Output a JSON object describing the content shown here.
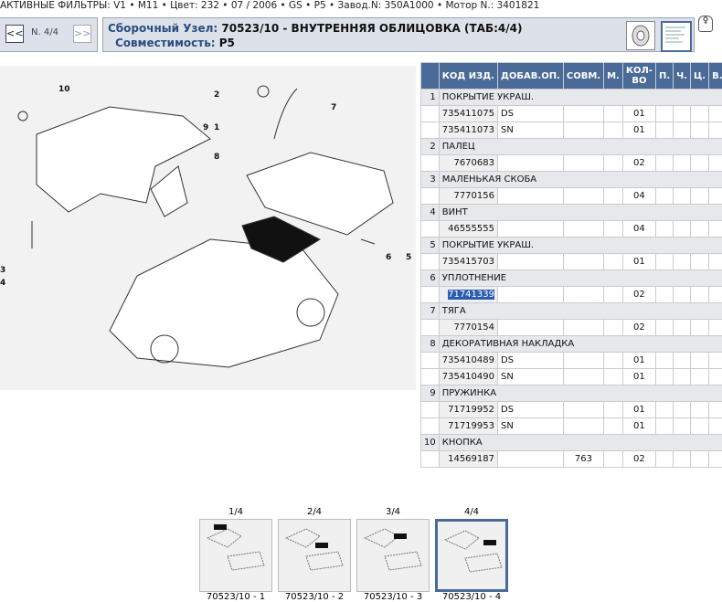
{
  "filters": "АКТИВНЫЕ ФИЛЬТРЫ:  V1 • M11 • Цвет: 232 • 07 / 2006 • GS • P5 • Завод.N: 350A1000 • Мотор N.: 3401821",
  "nav": {
    "prev": "<<",
    "label": "N. 4/4",
    "next": ">>"
  },
  "header": {
    "assembly_label": "Сборочный Узел:",
    "assembly_value": "70523/10 - ВНУТРЕННЯЯ ОБЛИЦОВКА (ТАБ:4/4)",
    "compat_label": "Совместимость:",
    "compat_value": "P5"
  },
  "diagram": {
    "callouts": [
      "10",
      "2",
      "7",
      "9",
      "1",
      "8",
      "3",
      "4",
      "6",
      "5"
    ]
  },
  "table": {
    "columns": [
      "",
      "КОД ИЗД.",
      "ДОБАВ.ОП.",
      "СОВМ.",
      "М.",
      "КОЛ-ВО",
      "П.",
      "Ч.",
      "Ц.",
      "В."
    ],
    "groups": [
      {
        "n": "1",
        "name": "ПОКРЫТИЕ УКРАШ.",
        "rows": [
          {
            "code": "735411075",
            "add": "DS",
            "sovm": "",
            "qty": "01"
          },
          {
            "code": "735411073",
            "add": "SN",
            "sovm": "",
            "qty": "01"
          }
        ]
      },
      {
        "n": "2",
        "name": "ПАЛЕЦ",
        "rows": [
          {
            "code": "7670683",
            "add": "",
            "sovm": "",
            "qty": "02"
          }
        ]
      },
      {
        "n": "3",
        "name": "МАЛЕНЬКАЯ СКОБА",
        "rows": [
          {
            "code": "7770156",
            "add": "",
            "sovm": "",
            "qty": "04"
          }
        ]
      },
      {
        "n": "4",
        "name": "ВИНТ",
        "rows": [
          {
            "code": "46555555",
            "add": "",
            "sovm": "",
            "qty": "04"
          }
        ]
      },
      {
        "n": "5",
        "name": "ПОКРЫТИЕ УКРАШ.",
        "rows": [
          {
            "code": "735415703",
            "add": "",
            "sovm": "",
            "qty": "01"
          }
        ]
      },
      {
        "n": "6",
        "name": "УПЛОТНЕНИЕ",
        "rows": [
          {
            "code": "71741339",
            "add": "",
            "sovm": "",
            "qty": "02",
            "selected": true
          }
        ]
      },
      {
        "n": "7",
        "name": "ТЯГА",
        "rows": [
          {
            "code": "7770154",
            "add": "",
            "sovm": "",
            "qty": "02"
          }
        ]
      },
      {
        "n": "8",
        "name": "ДЕКОРАТИВНАЯ НАКЛАДКА",
        "rows": [
          {
            "code": "735410489",
            "add": "DS",
            "sovm": "",
            "qty": "01"
          },
          {
            "code": "735410490",
            "add": "SN",
            "sovm": "",
            "qty": "01"
          }
        ]
      },
      {
        "n": "9",
        "name": "ПРУЖИНКА",
        "rows": [
          {
            "code": "71719952",
            "add": "DS",
            "sovm": "",
            "qty": "01"
          },
          {
            "code": "71719953",
            "add": "SN",
            "sovm": "",
            "qty": "01"
          }
        ]
      },
      {
        "n": "10",
        "name": "КНОПКА",
        "rows": [
          {
            "code": "14569187",
            "add": "",
            "sovm": "763",
            "qty": "02"
          }
        ]
      }
    ]
  },
  "thumbs": [
    {
      "top": "1/4",
      "bottom": "70523/10 - 1"
    },
    {
      "top": "2/4",
      "bottom": "70523/10 - 2"
    },
    {
      "top": "3/4",
      "bottom": "70523/10 - 3"
    },
    {
      "top": "4/4",
      "bottom": "70523/10 - 4"
    }
  ]
}
